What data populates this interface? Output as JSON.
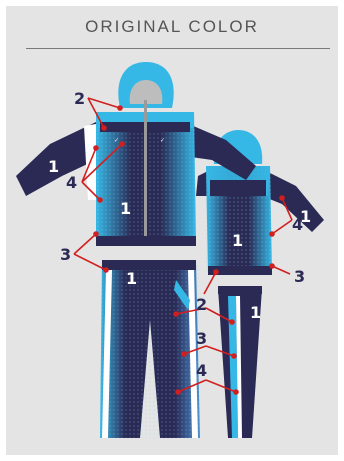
{
  "title": "ORIGINAL COLOR",
  "colors": {
    "navy": "#2b2a55",
    "cyan": "#36b8e6",
    "light_cyan": "#7fd6f2",
    "white": "#ffffff",
    "grey": "#bdbdbd",
    "zipper": "#9a9a9a",
    "callout_red": "#d11f1f",
    "panel_bg": "#e4e4e4"
  },
  "labels": {
    "jacket_front_body": "1",
    "jacket_front_left_sleeve": "1",
    "jacket_back_body": "1",
    "jacket_back_sleeve": "1",
    "pants_front_leg": "1",
    "pants_side_leg": "1",
    "callout_hood": "2",
    "callout_cuff": "3",
    "callout_stripe": "4",
    "callout_back_stripe": "4",
    "callout_back_hem": "3",
    "callout_pants_stripe": "2",
    "callout_pants_piping": "3",
    "callout_pants_gradient": "4"
  }
}
